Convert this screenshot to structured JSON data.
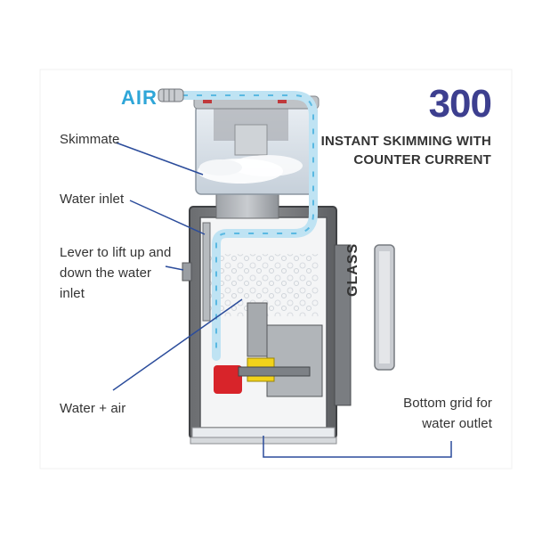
{
  "air_label": "AIR",
  "title": {
    "number": "300",
    "line1": "INSTANT SKIMMING WITH",
    "line2": "COUNTER CURRENT"
  },
  "callouts": {
    "skimmate": "Skimmate",
    "water_inlet": "Water inlet",
    "lever_line1": "Lever to lift up and",
    "lever_line2": "down the water",
    "lever_line3": "inlet",
    "water_air": "Water + air",
    "glass": "GLASS",
    "bottom_line1": "Bottom grid for",
    "bottom_line2": "water outlet"
  },
  "colors": {
    "accent_blue": "#2fa6d8",
    "title_purple": "#3d3f8f",
    "callout_line": "#2b4c9b",
    "pump_red": "#d8242a",
    "impeller_yellow": "#f2d21a"
  }
}
